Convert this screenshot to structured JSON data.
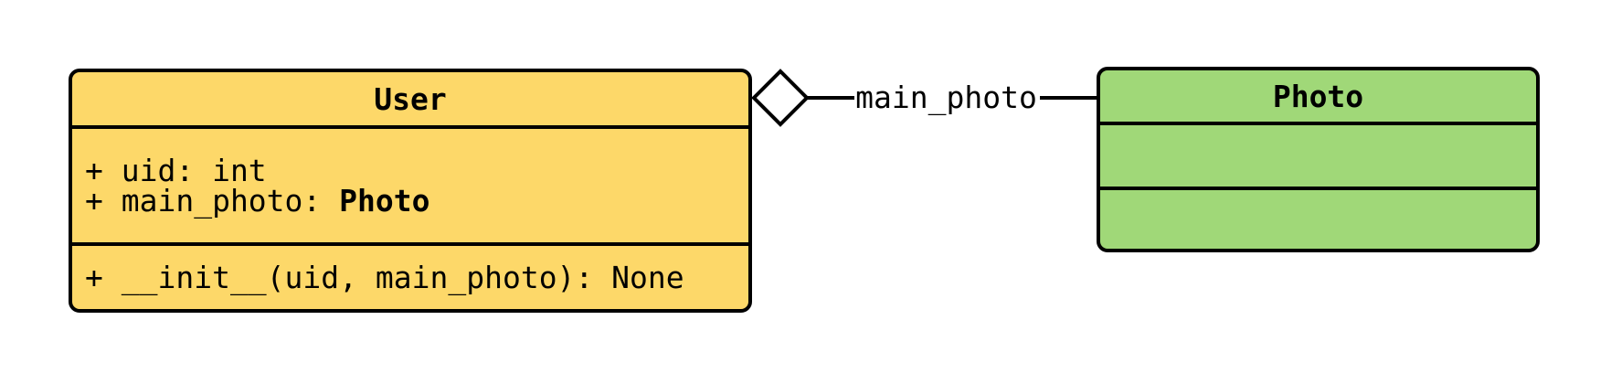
{
  "diagram": {
    "type": "uml-class-diagram",
    "background": "#FFFFFF",
    "stroke_color": "#000000",
    "classes": [
      {
        "name": "User",
        "fill": "#FDD869",
        "attributes": [
          {
            "text": "+ uid: int",
            "bold_suffix": ""
          },
          {
            "text": "+ main_photo: ",
            "bold_suffix": "Photo"
          }
        ],
        "methods": [
          {
            "text": "+ __init__(uid, main_photo): None"
          }
        ]
      },
      {
        "name": "Photo",
        "fill": "#A0D878",
        "attributes": [],
        "methods": []
      }
    ],
    "relationship": {
      "from": "User",
      "to": "Photo",
      "kind": "aggregation",
      "diamond_style": "hollow",
      "diamond_fill": "#FFFFFF",
      "label": "main_photo"
    }
  }
}
